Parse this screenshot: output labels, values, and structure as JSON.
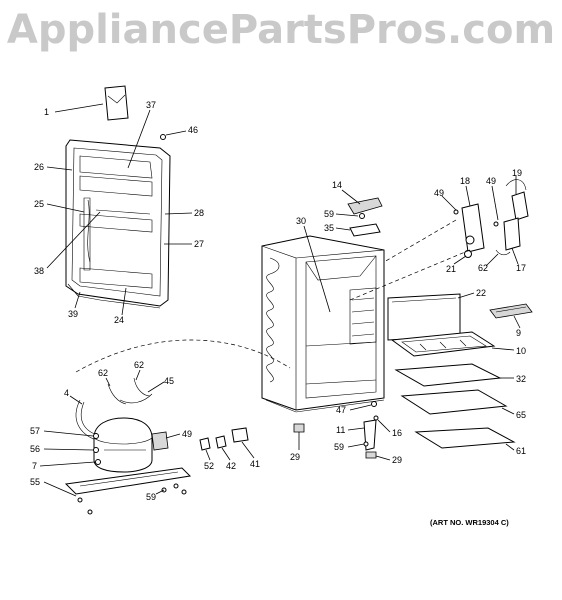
{
  "watermark": "AppliancePartsPros.com",
  "art_number": "(ART NO. WR19304 C)",
  "callouts": [
    {
      "id": "c1",
      "text": "1"
    },
    {
      "id": "c37",
      "text": "37"
    },
    {
      "id": "c46",
      "text": "46"
    },
    {
      "id": "c26",
      "text": "26"
    },
    {
      "id": "c25",
      "text": "25"
    },
    {
      "id": "c28",
      "text": "28"
    },
    {
      "id": "c27",
      "text": "27"
    },
    {
      "id": "c38",
      "text": "38"
    },
    {
      "id": "c39",
      "text": "39"
    },
    {
      "id": "c24",
      "text": "24"
    },
    {
      "id": "c14",
      "text": "14"
    },
    {
      "id": "c59a",
      "text": "59"
    },
    {
      "id": "c35",
      "text": "35"
    },
    {
      "id": "c30",
      "text": "30"
    },
    {
      "id": "c49a",
      "text": "49"
    },
    {
      "id": "c18",
      "text": "18"
    },
    {
      "id": "c49b",
      "text": "49"
    },
    {
      "id": "c19",
      "text": "19"
    },
    {
      "id": "c21",
      "text": "21"
    },
    {
      "id": "c62a",
      "text": "62"
    },
    {
      "id": "c17",
      "text": "17"
    },
    {
      "id": "c22",
      "text": "22"
    },
    {
      "id": "c9",
      "text": "9"
    },
    {
      "id": "c10",
      "text": "10"
    },
    {
      "id": "c32",
      "text": "32"
    },
    {
      "id": "c65",
      "text": "65"
    },
    {
      "id": "c61",
      "text": "61"
    },
    {
      "id": "c47",
      "text": "47"
    },
    {
      "id": "c11",
      "text": "11"
    },
    {
      "id": "c16",
      "text": "16"
    },
    {
      "id": "c59b",
      "text": "59"
    },
    {
      "id": "c29a",
      "text": "29"
    },
    {
      "id": "c29b",
      "text": "29"
    },
    {
      "id": "c62b",
      "text": "62"
    },
    {
      "id": "c62c",
      "text": "62"
    },
    {
      "id": "c45",
      "text": "45"
    },
    {
      "id": "c4",
      "text": "4"
    },
    {
      "id": "c57",
      "text": "57"
    },
    {
      "id": "c56",
      "text": "56"
    },
    {
      "id": "c7",
      "text": "7"
    },
    {
      "id": "c55",
      "text": "55"
    },
    {
      "id": "c59c",
      "text": "59"
    },
    {
      "id": "c49c",
      "text": "49"
    },
    {
      "id": "c52",
      "text": "52"
    },
    {
      "id": "c42",
      "text": "42"
    },
    {
      "id": "c41",
      "text": "41"
    }
  ]
}
